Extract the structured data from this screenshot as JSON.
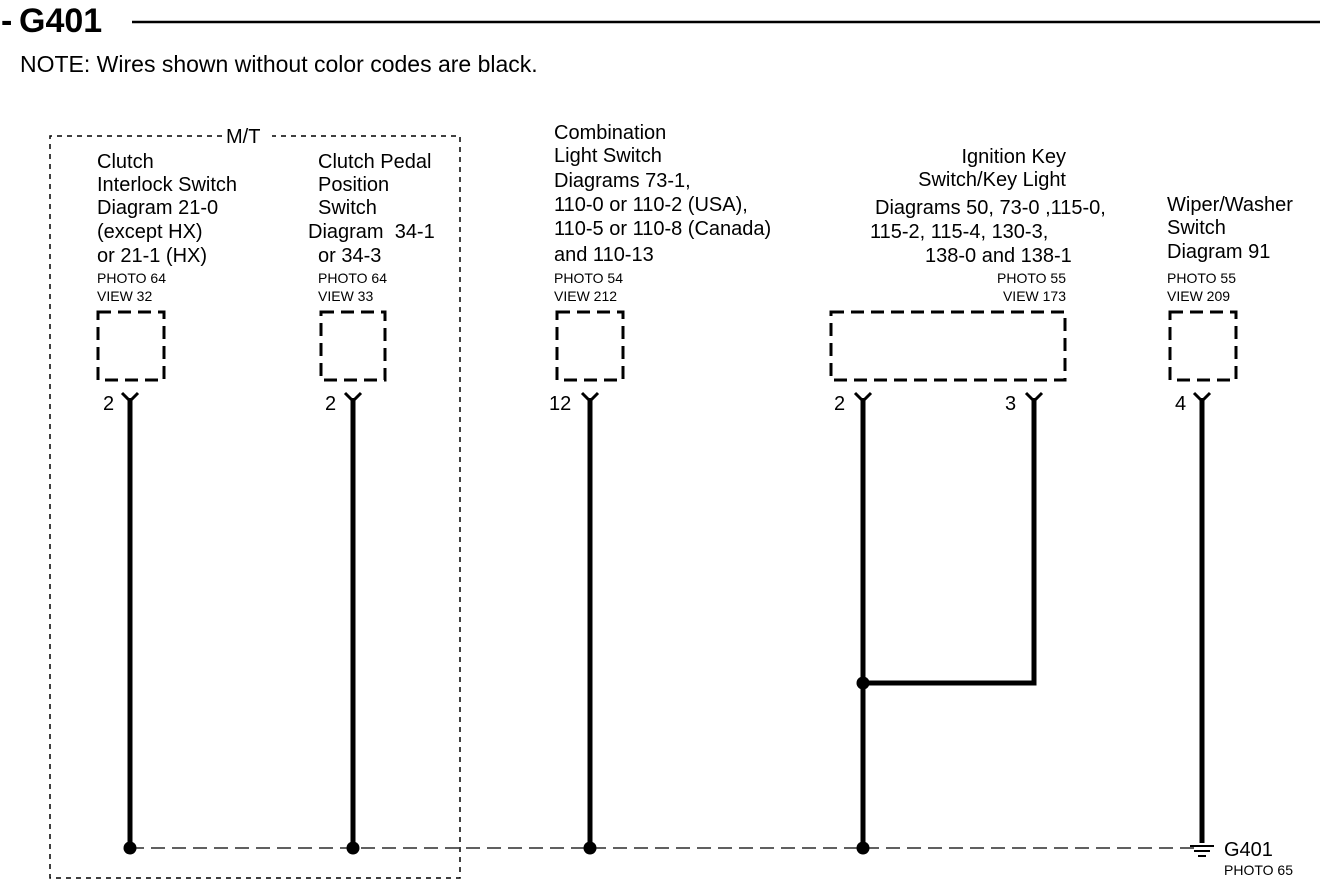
{
  "header": {
    "dash": "-",
    "title": "G401",
    "note": "NOTE: Wires shown without color codes are black."
  },
  "mt_group": {
    "label": "M/T"
  },
  "components": [
    {
      "id": "clutch-interlock",
      "lines": [
        "Clutch",
        "Interlock Switch",
        "Diagram 21-0",
        "(except HX)",
        "or 21-1 (HX)"
      ],
      "photo": "PHOTO 64",
      "view": "VIEW 32",
      "pins": [
        "2"
      ]
    },
    {
      "id": "clutch-pedal-position",
      "lines": [
        "Clutch Pedal",
        "Position",
        "Switch",
        "Diagram  34-1",
        "or 34-3"
      ],
      "photo": "PHOTO 64",
      "view": "VIEW 33",
      "pins": [
        "2"
      ]
    },
    {
      "id": "combination-light",
      "lines": [
        "Combination",
        "Light Switch",
        "Diagrams 73-1,",
        "110-0 or 110-2 (USA),",
        "110-5 or 110-8 (Canada)",
        "and 110-13"
      ],
      "photo": "PHOTO 54",
      "view": "VIEW 212",
      "pins": [
        "12"
      ]
    },
    {
      "id": "ignition-key",
      "lines": [
        "Ignition Key",
        "Switch/Key Light",
        "Diagrams 50, 73-0 ,115-0,",
        "115-2, 115-4, 130-3,",
        "138-0 and 138-1"
      ],
      "photo": "PHOTO 55",
      "view": "VIEW 173",
      "pins": [
        "2",
        "3"
      ]
    },
    {
      "id": "wiper-washer",
      "lines": [
        "Wiper/Washer",
        "Switch",
        "Diagram 91"
      ],
      "photo": "PHOTO 55",
      "view": "VIEW 209",
      "pins": [
        "4"
      ]
    }
  ],
  "ground": {
    "label": "G401",
    "photo": "PHOTO 65"
  }
}
